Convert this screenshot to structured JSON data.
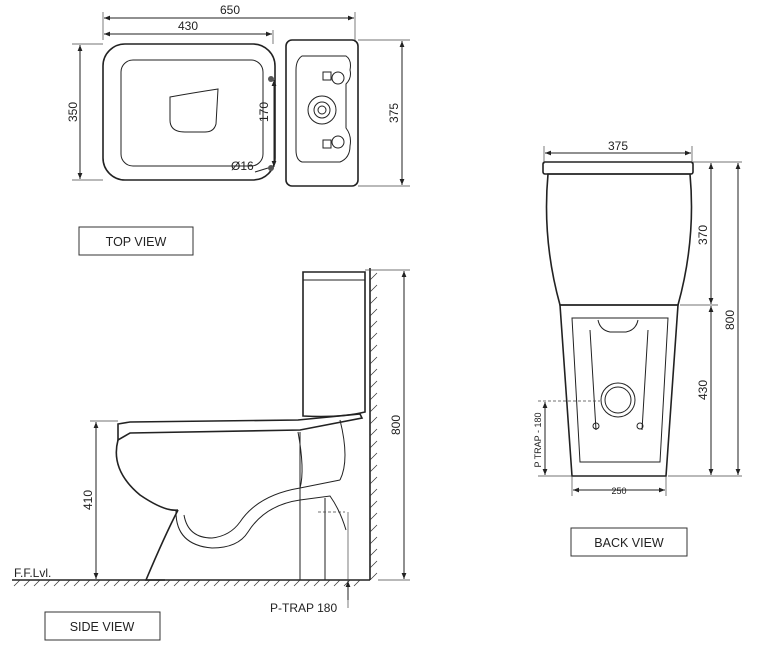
{
  "views": {
    "top": {
      "label": "TOP VIEW",
      "dims": {
        "overall_length": "650",
        "bowl_length": "430",
        "bowl_width": "350",
        "overall_width": "375",
        "hole_spacing": "170",
        "hole_diameter": "Ø16"
      }
    },
    "side": {
      "label": "SIDE VIEW",
      "dims": {
        "rim_height": "410",
        "overall_height": "800",
        "trap": "P-TRAP 180"
      },
      "floor_label": "F.F.Lvl."
    },
    "back": {
      "label": "BACK VIEW",
      "dims": {
        "width": "375",
        "tank_height": "370",
        "overall_height": "800",
        "base_height": "430",
        "base_width": "250",
        "trap": "P TRAP - 180"
      }
    }
  },
  "colors": {
    "line": "#222222",
    "background": "#ffffff"
  }
}
